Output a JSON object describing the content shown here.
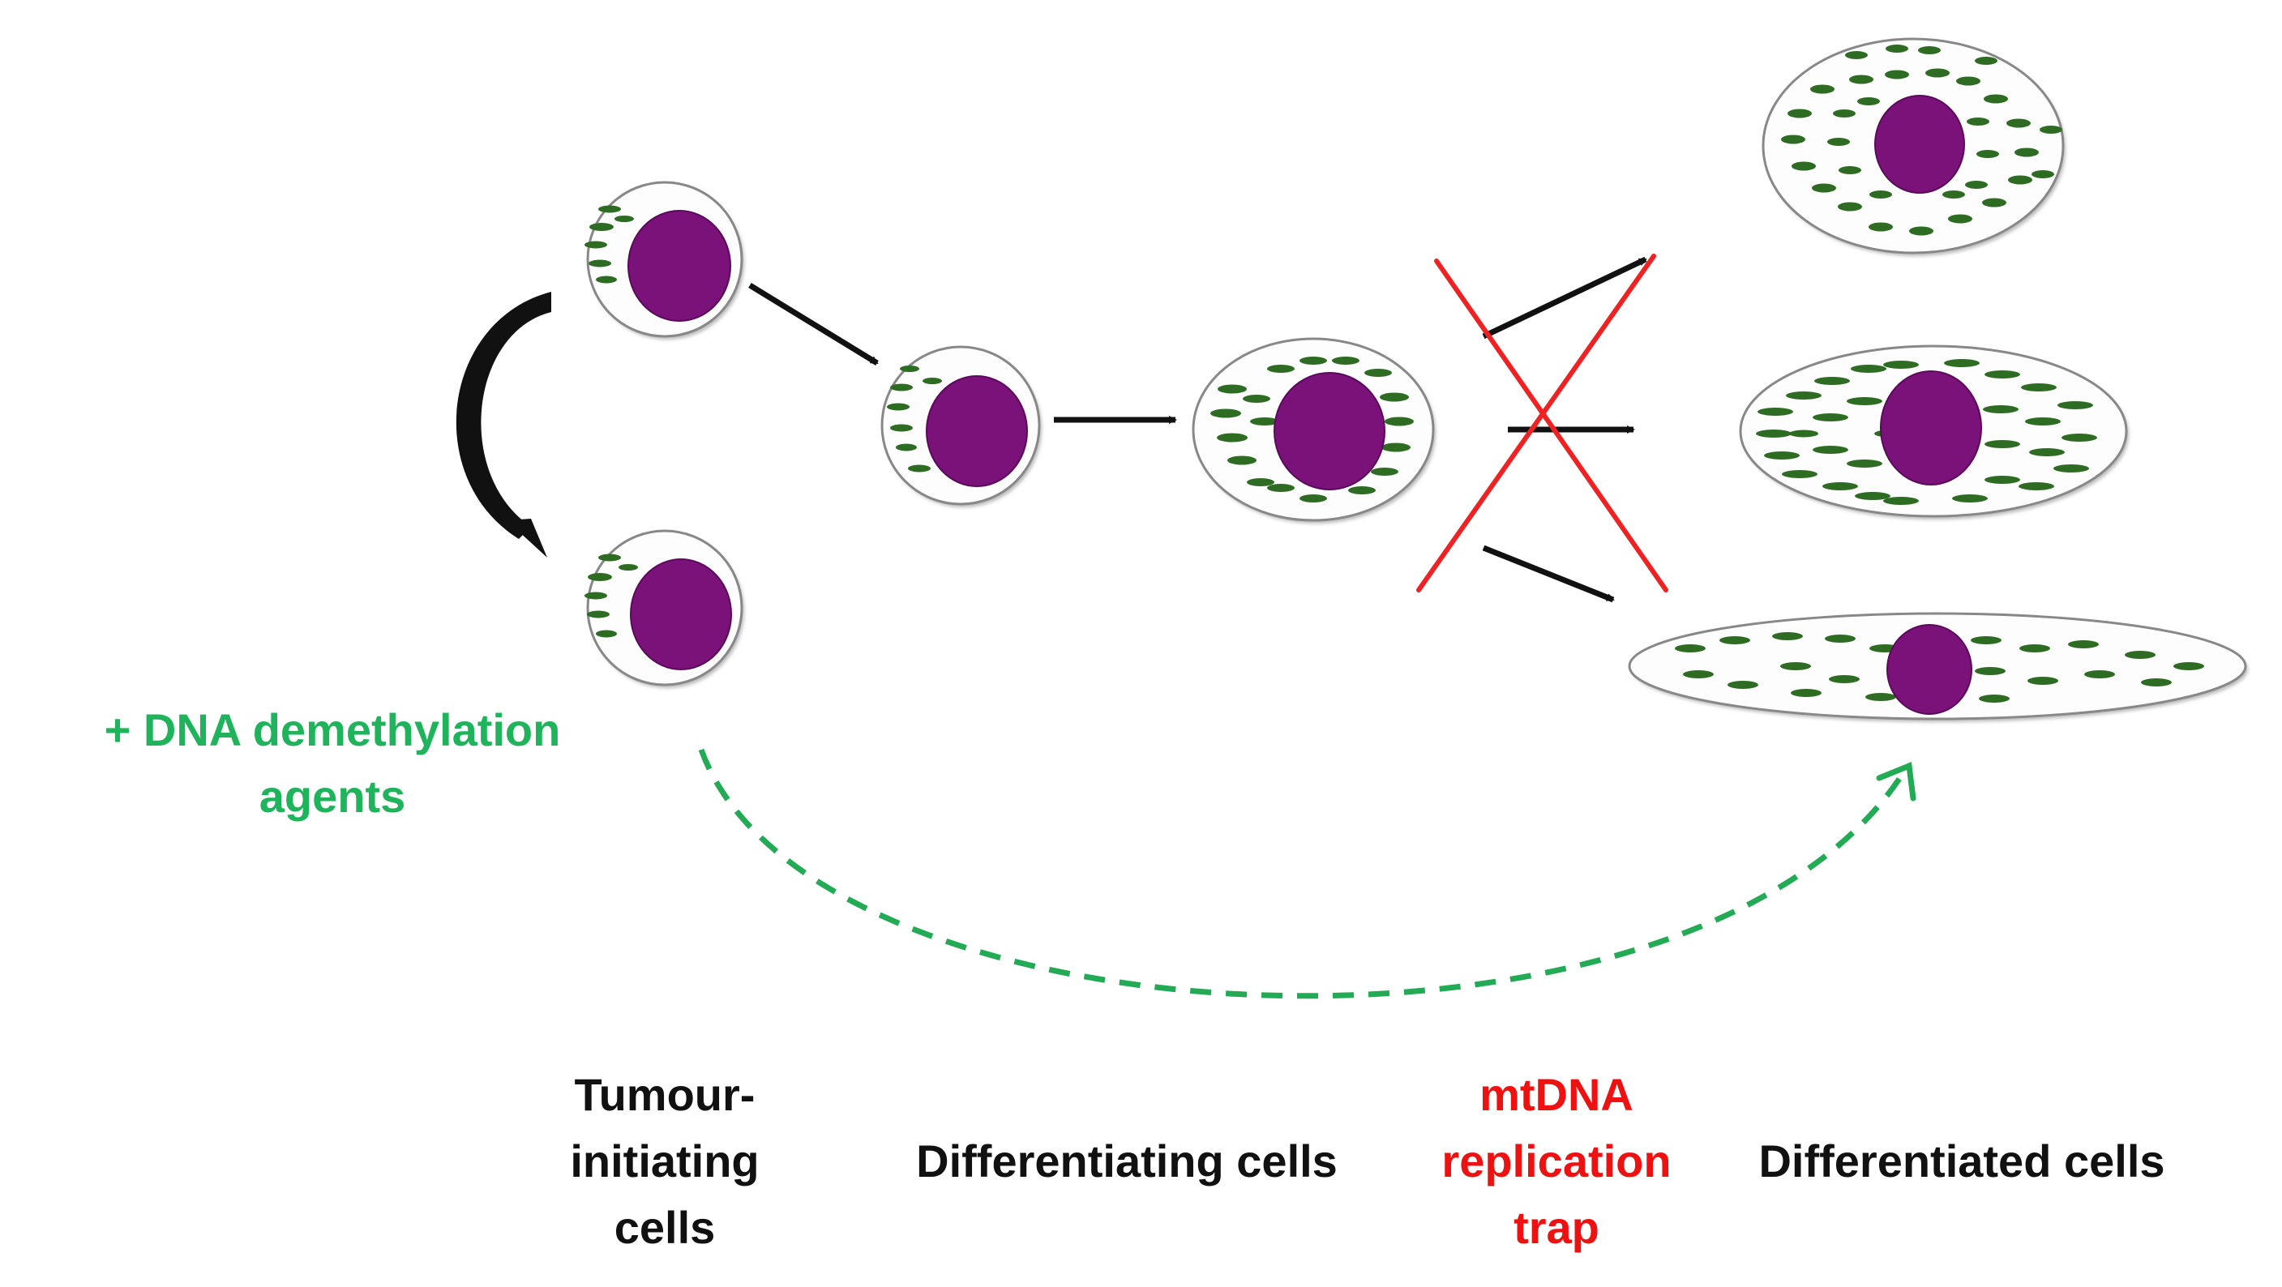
{
  "labels": {
    "treatment": "+ DNA demethylation\nagents",
    "tumour_initiating": "Tumour-\ninitiating\ncells",
    "differentiating": "Differentiating cells",
    "trap": "mtDNA\nreplication\ntrap",
    "differentiated": "Differentiated cells"
  },
  "colors": {
    "treatment_text": "#1fb45b",
    "treatment_arrow": "#22aa55",
    "trap_text": "#ee1111",
    "trap_cross": "#ee2222",
    "label_text": "#111111",
    "arrows": "#111111",
    "nucleus": "#7a127a",
    "mitochondria": "#2e6b23",
    "cell_membrane": "#888888"
  },
  "icons": [
    "cell-icon",
    "nucleus-icon",
    "mitochondria-icon",
    "arrow-icon",
    "red-cross-icon"
  ]
}
